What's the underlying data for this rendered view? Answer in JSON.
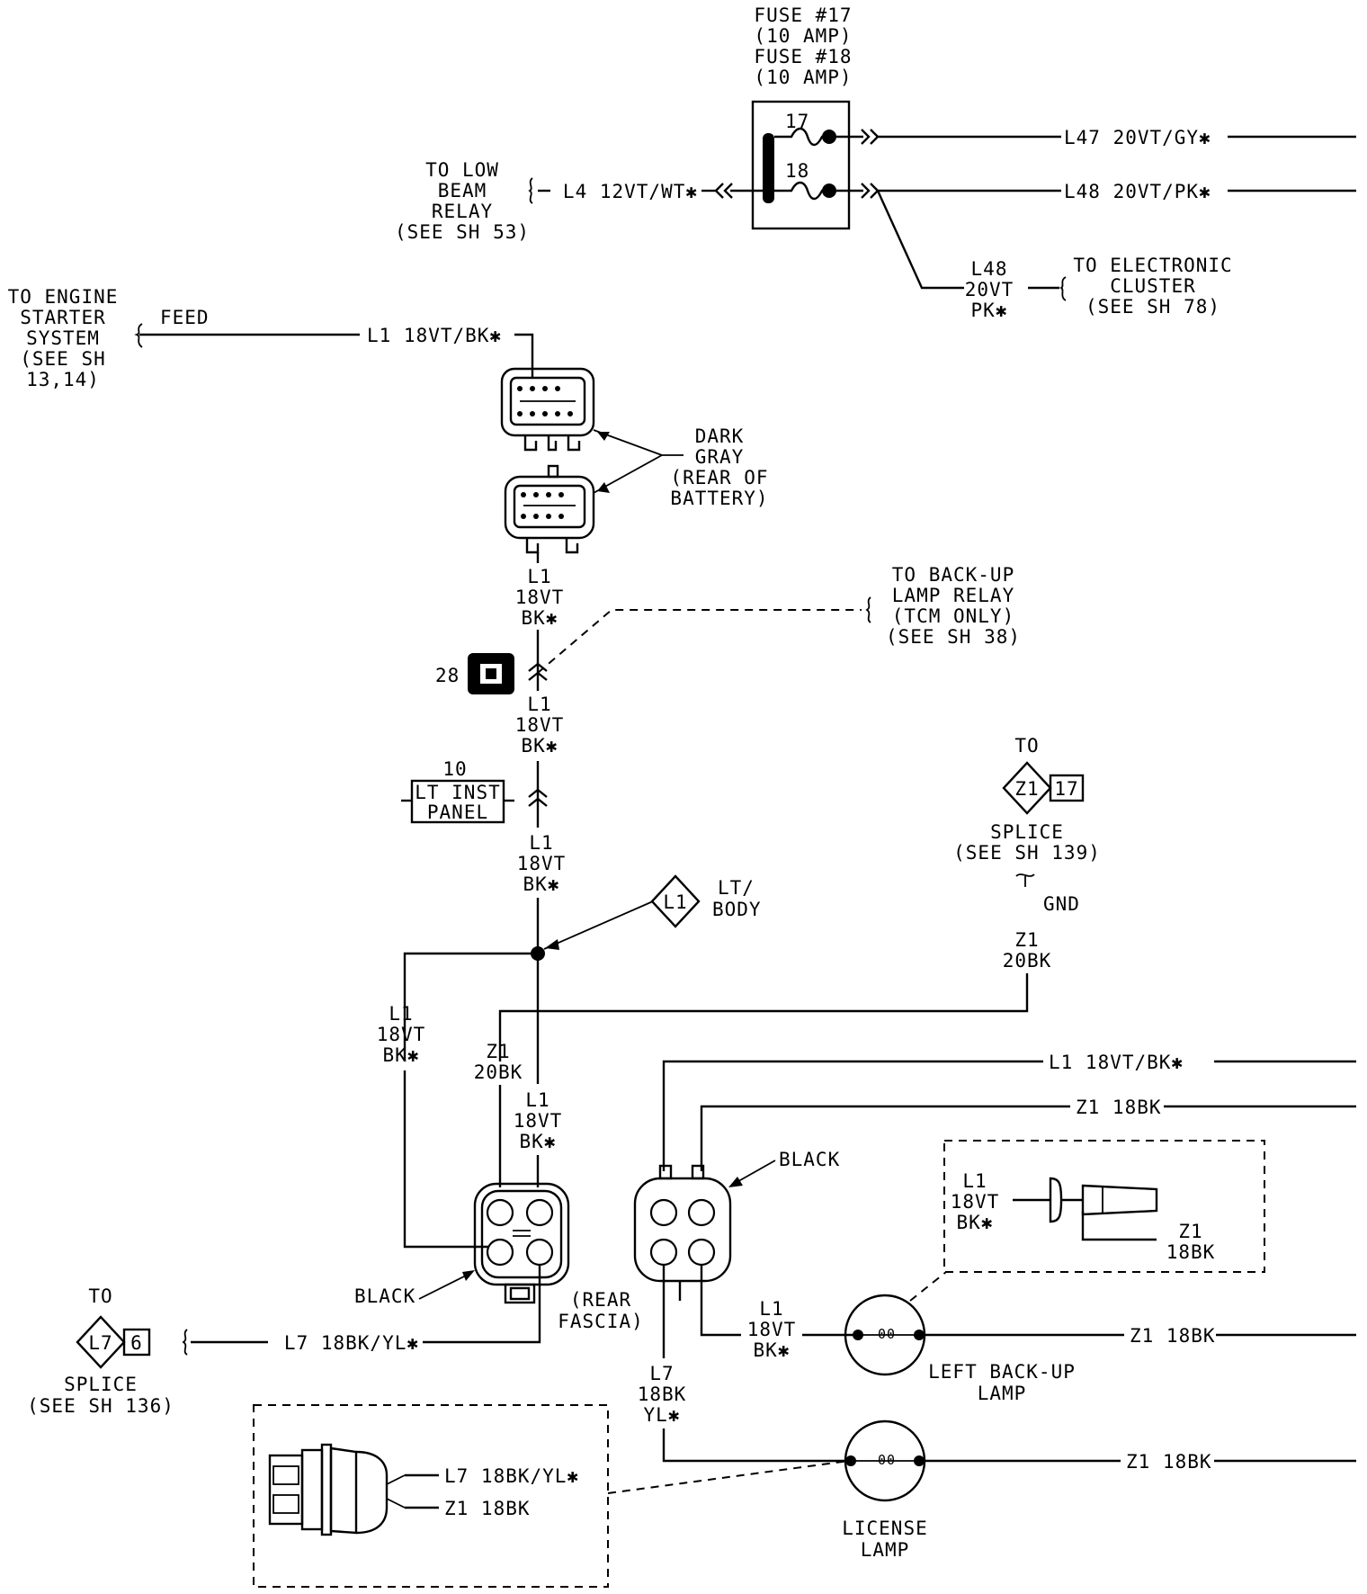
{
  "fuse": {
    "title1": "FUSE #17",
    "amp1": "(10 AMP)",
    "title2": "FUSE #18",
    "amp2": "(10 AMP)",
    "n17": "17",
    "n18": "18"
  },
  "wires": {
    "l47": "L47 20VT/GY✱",
    "l48": "L48 20VT/PK✱",
    "l4": "L4 12VT/WT✱",
    "l48b_1": "L48",
    "l48b_2": "20VT",
    "l48b_3": "PK✱",
    "feed": "FEED",
    "l1_top": "L1 18VT/BK✱",
    "l1a_1": "L1",
    "l1a_2": "18VT",
    "l1a_3": "BK✱",
    "l1b_1": "L1",
    "l1b_2": "18VT",
    "l1b_3": "BK✱",
    "l1c_1": "L1",
    "l1c_2": "18VT",
    "l1c_3": "BK✱",
    "l1d_1": "L1",
    "l1d_2": "18VT",
    "l1d_3": "BK✱",
    "l1e_1": "L1",
    "l1e_2": "18VT",
    "l1e_3": "BK✱",
    "z1a_1": "Z1",
    "z1a_2": "20BK",
    "z1b_1": "Z1",
    "z1b_2": "20BK",
    "gnd": "GND",
    "l1_right": "L1 18VT/BK✱",
    "z1_right": "Z1 18BK",
    "l7_left": "L7 18BK/YL✱",
    "l1f_1": "L1",
    "l1f_2": "18VT",
    "l1f_3": "BK✱",
    "l7b_1": "L7",
    "l7b_2": "18BK",
    "l7b_3": "YL✱",
    "z1_backup": "Z1 18BK",
    "z1_license": "Z1 18BK",
    "inset_l1_1": "L1",
    "inset_l1_2": "18VT",
    "inset_l1_3": "BK✱",
    "inset_z1_1": "Z1",
    "inset_z1_2": "18BK",
    "inset2_l7": "L7 18BK/YL✱",
    "inset2_z1": "Z1 18BK"
  },
  "labels": {
    "low_beam_1": "TO LOW",
    "low_beam_2": "BEAM",
    "low_beam_3": "RELAY",
    "low_beam_4": "(SEE SH 53)",
    "elec_1": "TO ELECTRONIC",
    "elec_2": "CLUSTER",
    "elec_3": "(SEE SH 78)",
    "starter_1": "TO ENGINE",
    "starter_2": "STARTER",
    "starter_3": "SYSTEM",
    "starter_4": "(SEE SH",
    "starter_5": "13,14)",
    "dark_gray_1": "DARK",
    "dark_gray_2": "GRAY",
    "dark_gray_3": "(REAR OF",
    "dark_gray_4": "BATTERY)",
    "backup_relay_1": "TO BACK-UP",
    "backup_relay_2": "LAMP RELAY",
    "backup_relay_3": "(TCM ONLY)",
    "backup_relay_4": "(SEE SH 38)",
    "conn28": "28",
    "inst_num": "10",
    "inst_1": "LT INST",
    "inst_2": "PANEL",
    "splice_l1": "L1",
    "lt_body_1": "LT/",
    "lt_body_2": "BODY",
    "to_z1": "TO",
    "z1_box": "Z1",
    "z1_pin": "17",
    "splice_z1_1": "SPLICE",
    "splice_z1_2": "(SEE SH 139)",
    "black1": "BLACK",
    "black2": "BLACK",
    "rear_fascia_1": "(REAR",
    "rear_fascia_2": "FASCIA)",
    "to_l7": "TO",
    "l7_box": "L7",
    "l7_pin": "6",
    "splice_l7_1": "SPLICE",
    "splice_l7_2": "(SEE SH 136)",
    "backup_lamp_1": "LEFT BACK-UP",
    "backup_lamp_2": "LAMP",
    "license_1": "LICENSE",
    "license_2": "LAMP",
    "bulb1": "00",
    "bulb2": "00"
  }
}
